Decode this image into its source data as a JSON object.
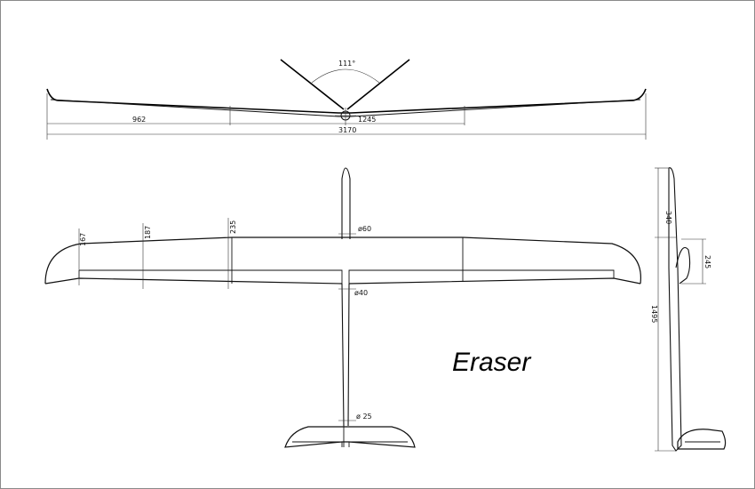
{
  "title": "Eraser",
  "front_view": {
    "dihedral_angle": "111°",
    "span_outer": "962",
    "span_center": "1245",
    "span_total": "3170"
  },
  "top_view": {
    "chord_tip": "167",
    "chord_mid": "187",
    "chord_root": "235",
    "dia_front": "ø60",
    "dia_mid": "ø40",
    "dia_tail": "ø 25"
  },
  "side_view": {
    "nose_length": "340",
    "fin_height": "245",
    "fuselage_length": "1495"
  }
}
